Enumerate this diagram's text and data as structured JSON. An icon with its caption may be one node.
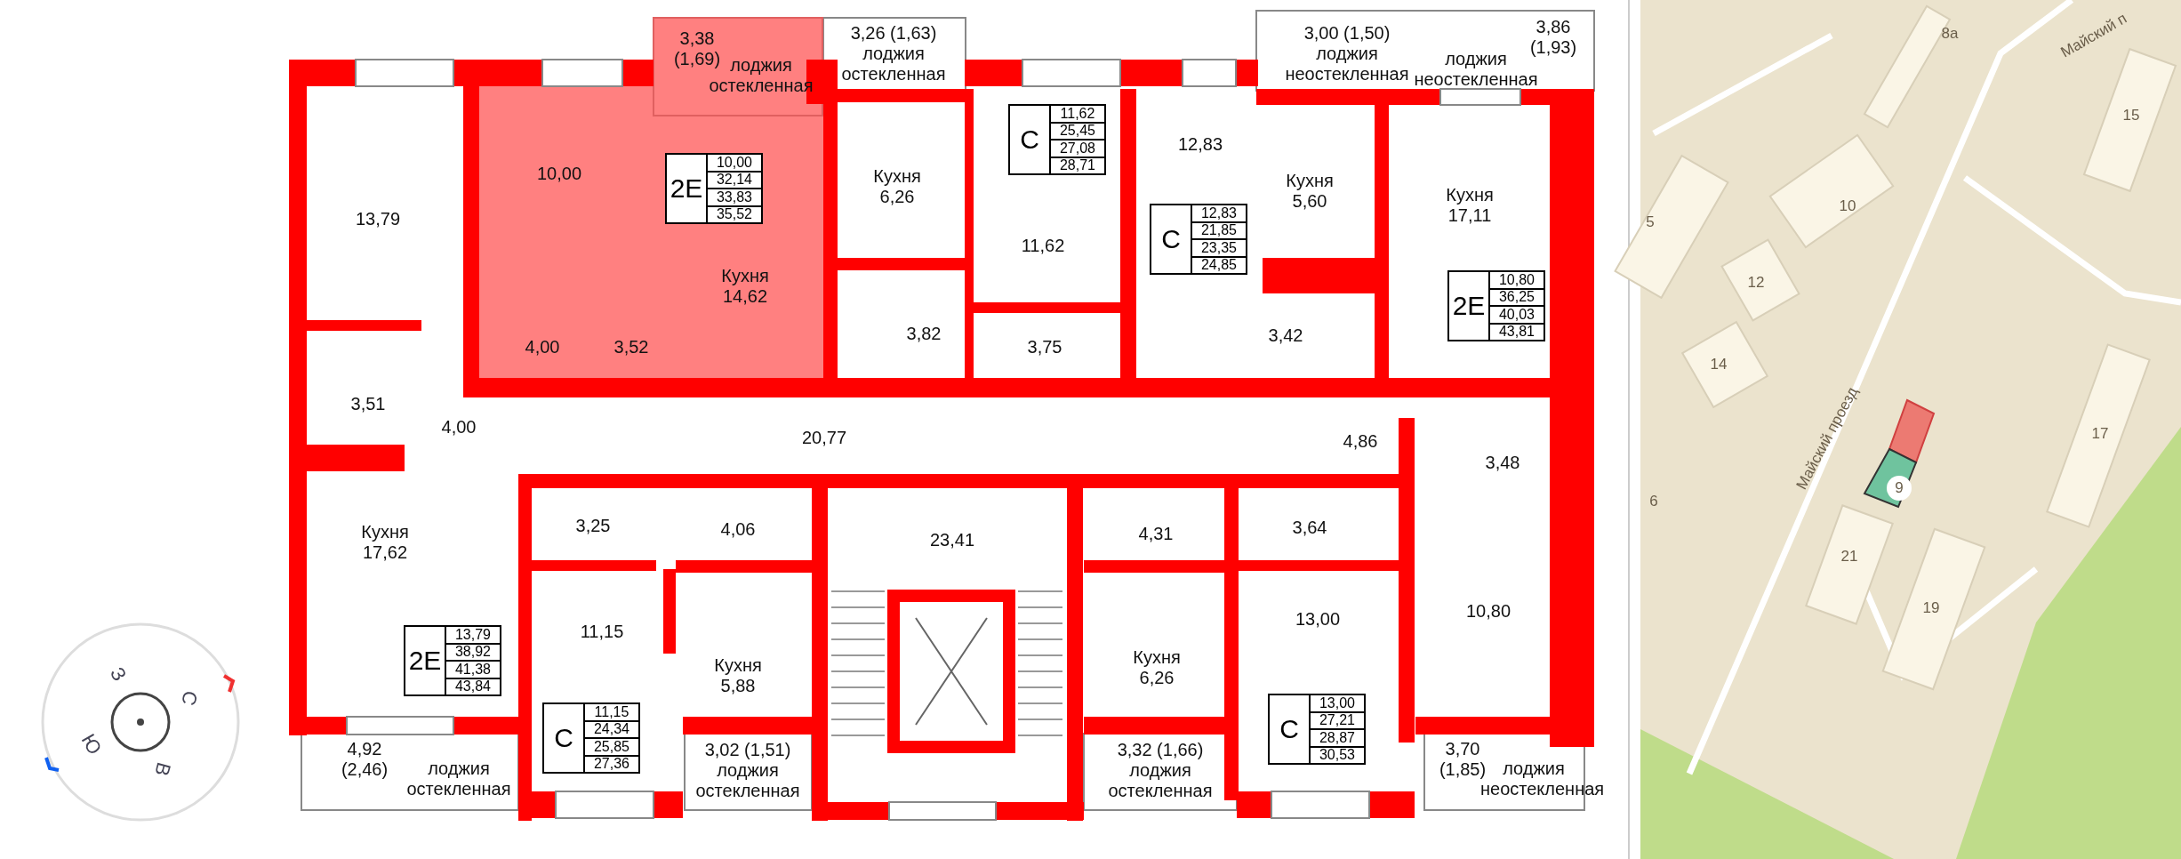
{
  "diagram": {
    "labels": [
      "3,38 (1,69)",
      "лоджия остекленная",
      "3,26 (1,63) лоджия остекленная",
      "3,00 (1,50) лоджия неостекленная",
      "3,86 (1,93)",
      "лоджия неостекленная",
      "13,79",
      "10,00",
      "2Е",
      "10,00",
      "32,14",
      "33,83",
      "35,52",
      "Кухня 6,26",
      "С",
      "11,62",
      "25,45",
      "27,08",
      "28,71",
      "11,62",
      "12,83",
      "Кухня 5,60",
      "С",
      "12,83",
      "21,85",
      "23,35",
      "24,85",
      "Кухня 17,11",
      "2Е",
      "10,80",
      "36,25",
      "40,03",
      "43,81",
      "Кухня 14,62",
      "4,00",
      "3,52",
      "3,82",
      "3,75",
      "3,42",
      "3,51",
      "4,00",
      "20,77",
      "4,86",
      "3,48",
      "Кухня 17,62",
      "3,25",
      "4,06",
      "23,41",
      "4,31",
      "3,64",
      "11,15",
      "Кухня 5,88",
      "Кухня 6,26",
      "13,00",
      "10,80",
      "2Е",
      "13,79",
      "38,92",
      "41,38",
      "43,84",
      "С",
      "11,15",
      "24,34",
      "25,85",
      "27,36",
      "С",
      "13,00",
      "27,21",
      "28,87",
      "30,53",
      "4,92 (2,46)",
      "лоджия остекленная",
      "3,02 (1,51) лоджия остекленная",
      "3,32 (1,66) лоджия остекленная",
      "3,70 (1,85)",
      "лоджия неостекленная",
      "З",
      "С",
      "Ю",
      "В",
      "Майский п",
      "8а",
      "15",
      "10",
      "5",
      "12",
      "14",
      "17",
      "Майский проезд",
      "6",
      "9",
      "21",
      "19"
    ]
  }
}
